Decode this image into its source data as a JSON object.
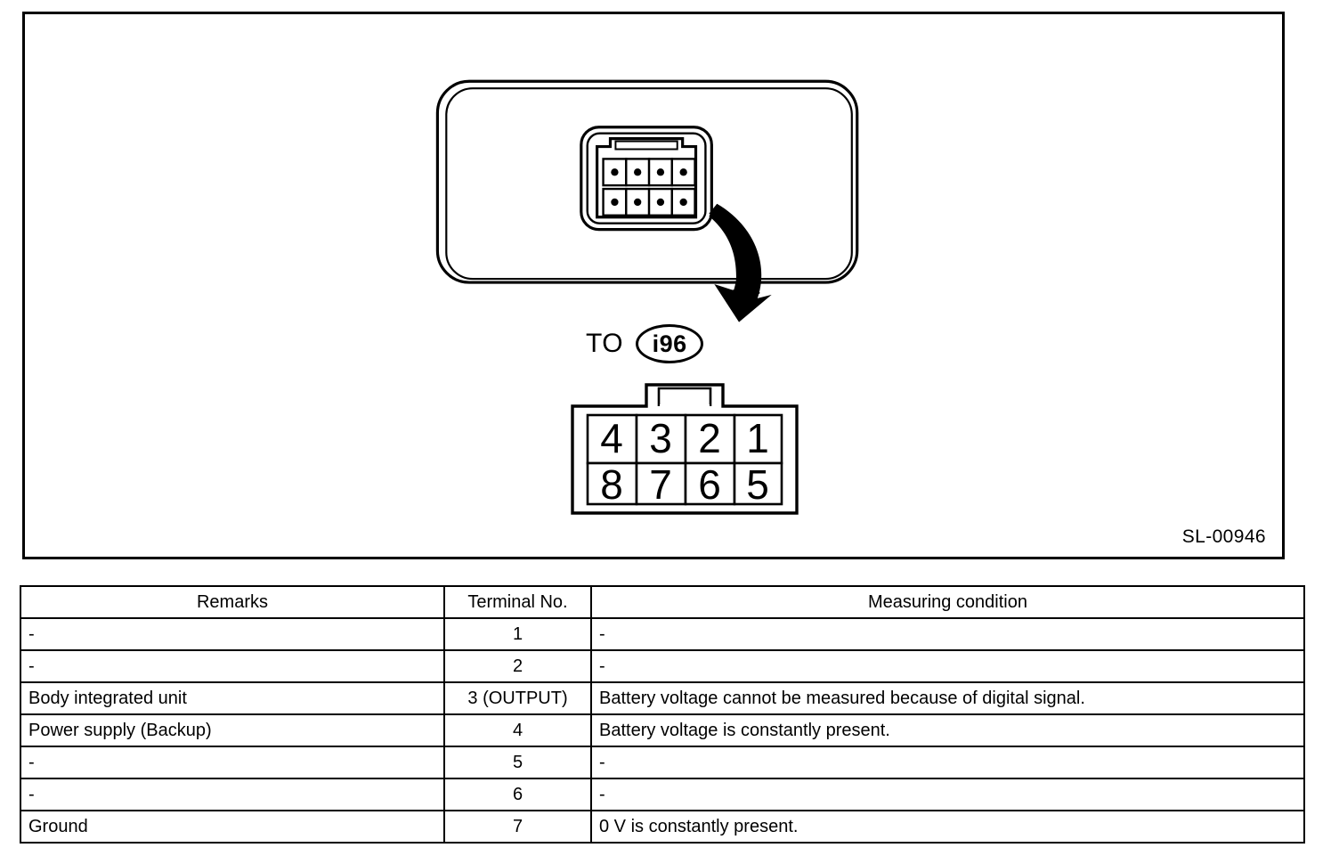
{
  "diagram": {
    "reference_code": "SL-00946",
    "to_label": "TO",
    "connector_id": "i96",
    "connector_view": {
      "type": "8-pin-connector-front-view",
      "rows": 2,
      "columns": 4,
      "pin_count": 8
    },
    "pinout": {
      "top_row": [
        "4",
        "3",
        "2",
        "1"
      ],
      "bottom_row": [
        "8",
        "7",
        "6",
        "5"
      ]
    },
    "arrow": {
      "name": "curved-down-arrow",
      "description": "curved arrow pointing from connector down to pinout view"
    }
  },
  "table": {
    "headers": {
      "remarks": "Remarks",
      "terminal_no": "Terminal No.",
      "measuring_condition": "Measuring condition"
    },
    "rows": [
      {
        "remarks": "-",
        "terminal_no": "1",
        "measuring_condition": "-"
      },
      {
        "remarks": "-",
        "terminal_no": "2",
        "measuring_condition": "-"
      },
      {
        "remarks": "Body integrated unit",
        "terminal_no": "3 (OUTPUT)",
        "measuring_condition": "Battery voltage cannot be measured because of digital signal."
      },
      {
        "remarks": "Power supply (Backup)",
        "terminal_no": "4",
        "measuring_condition": "Battery voltage is constantly present."
      },
      {
        "remarks": "-",
        "terminal_no": "5",
        "measuring_condition": "-"
      },
      {
        "remarks": "-",
        "terminal_no": "6",
        "measuring_condition": "-"
      },
      {
        "remarks": "Ground",
        "terminal_no": "7",
        "measuring_condition": "0 V is constantly present."
      }
    ]
  },
  "colors": {
    "ink": "#000000",
    "paper": "#ffffff"
  }
}
